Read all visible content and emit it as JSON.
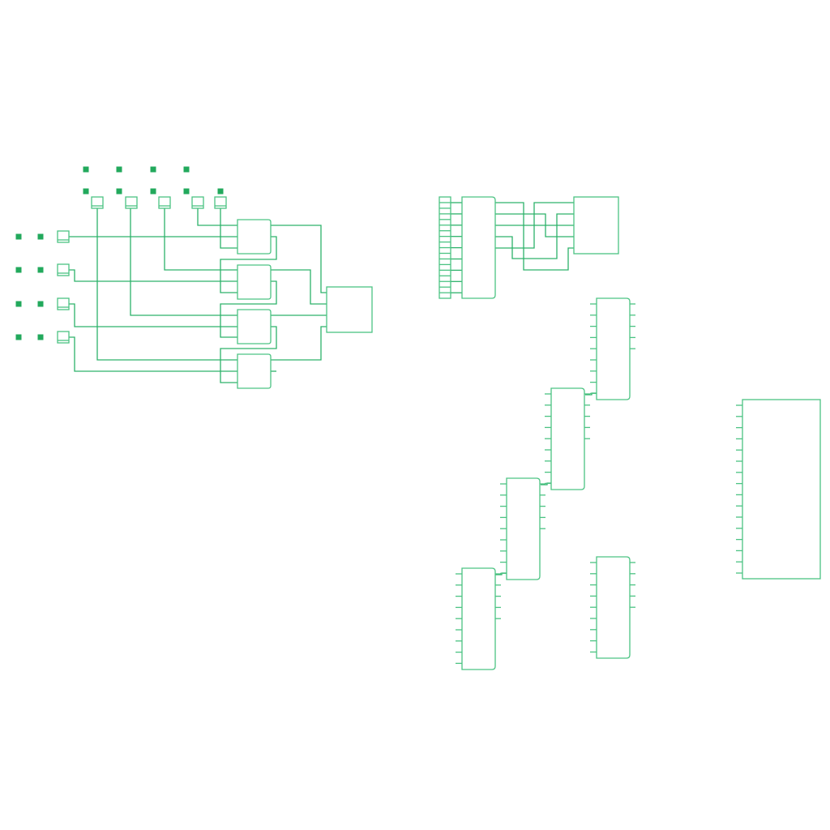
{
  "diagram": {
    "type": "logic-circuit",
    "colors": {
      "wire": "#2db26a",
      "component": "#4cc383",
      "pad": "#22a95c",
      "background": "#ffffff"
    },
    "counts": {
      "input_pads": 17,
      "switches": 9,
      "gates": 4,
      "ic_chips": 6
    }
  }
}
